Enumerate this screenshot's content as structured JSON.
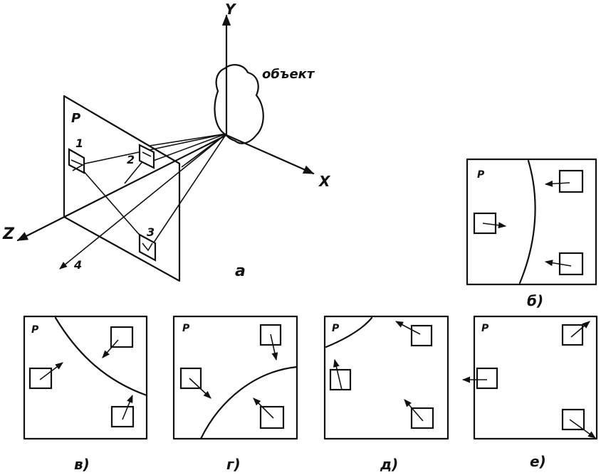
{
  "axes": {
    "y": "Y",
    "x": "X",
    "z": "Z"
  },
  "object_label": "объект",
  "plane_label": "P",
  "point_labels": [
    "1",
    "2",
    "3",
    "4"
  ],
  "panel_captions": {
    "main": "a",
    "b": "б)",
    "v": "в)",
    "g": "г)",
    "d": "д)",
    "e": "е)"
  },
  "panel_plane_label": "P"
}
